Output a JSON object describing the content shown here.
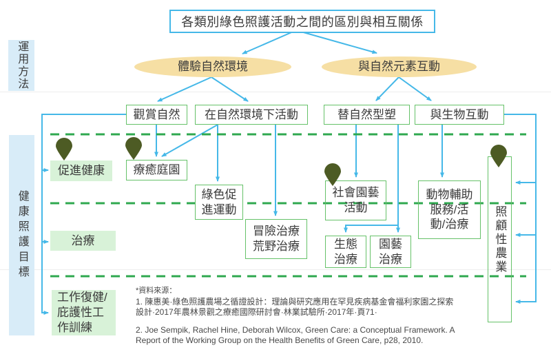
{
  "title": "各類別綠色照護活動之間的區別與相互關係",
  "sidebar": {
    "method_label": "運用方法",
    "goal_label": "健康照護目標"
  },
  "categories": [
    {
      "label": "體驗自然環境"
    },
    {
      "label": "與自然元素互動"
    }
  ],
  "methods": [
    "觀賞自然",
    "在自然環境下活動",
    "替自然型塑",
    "與生物互動"
  ],
  "activities": {
    "promote_health": "促進健康",
    "healing_garden": "療癒庭園",
    "green_exercise": "綠色促\n進運動",
    "adventure_wilderness": "冒險治療\n荒野治療",
    "social_horticulture": "社會園藝\n活動",
    "eco_therapy": "生態\n治療",
    "horticultural_therapy": "園藝\n治療",
    "animal_assisted": "動物輔助\n服務/活\n動/治療",
    "care_farming": "照顧性農業",
    "therapy": "治療",
    "work_rehab": "工作復健/\n庇護性工\n作訓練"
  },
  "footnote": {
    "label": "*資料來源：",
    "ref1": "1. 陳惠美·綠色照護農場之循證設計：理論與研究應用在罕見疾病基金會福利家園之探索\n設計·2017年農林景觀之療癒國際研討會·林業試驗所·2017年·頁71·",
    "ref2": "2. Joe Sempik, Rachel Hine, Deborah Wilcox, Green Care: a Conceptual Framework. A\nReport of the Working Group on the Health Benefits of Green Care, p28, 2010."
  },
  "colors": {
    "arrow_blue": "#45b8e8",
    "box_border_green": "#65c168",
    "box_fill_green": "#d8f2d8",
    "dash_green": "#2fa84f",
    "pin_olive": "#4d5b24",
    "ellipse_tan": "#f6dfa4",
    "sidebar_blue": "#d8ecf8"
  }
}
